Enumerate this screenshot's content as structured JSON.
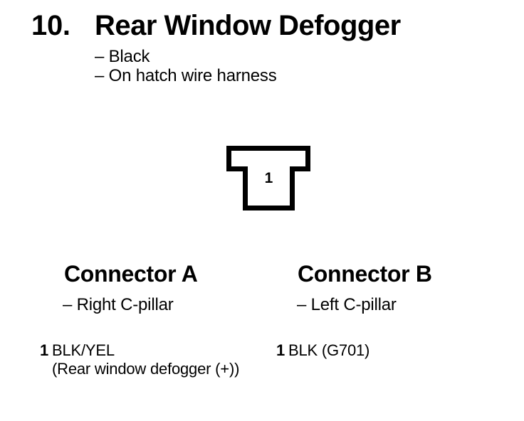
{
  "header": {
    "number": "10.",
    "title": "Rear Window Defogger",
    "notes": [
      "– Black",
      "– On hatch wire harness"
    ]
  },
  "figure": {
    "cavity_label": "1"
  },
  "connectors": [
    {
      "name": "Connector A",
      "location": "– Right C-pillar",
      "pins": [
        {
          "number": "1",
          "wire": "BLK/YEL",
          "description": "(Rear window defogger (+))"
        }
      ]
    },
    {
      "name": "Connector B",
      "location": "– Left C-pillar",
      "pins": [
        {
          "number": "1",
          "wire": "BLK (G701)",
          "description": ""
        }
      ]
    }
  ]
}
